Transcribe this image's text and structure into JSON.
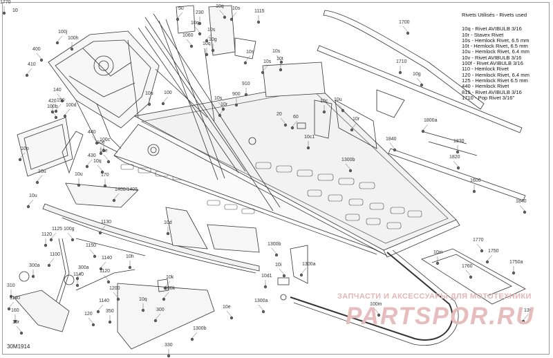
{
  "legend": {
    "title": "Rivets Utilisés - Rivets used",
    "items": [
      "10q - Rivet AVIBULB 3/16",
      "10r - Stavex Rivet",
      "10s - Hemlock Rivet, 6.5 mm",
      "10t - Hemlock Rivet, 6.5 mm",
      "10u - Hemlock Rivet, 6.4 mm",
      "10v - Rivet AVIBULB 3/16",
      "100f - Rivet AVIBULB 3/16",
      "110 - Hemlock Rivet",
      "120 - Hemlock Rivet, 6.4 mm",
      "125 - Hemlock Rivet 6.5 mm",
      "440 - Hemlock Rivet",
      "815 - Rivet AVIBULB 3/16",
      "1710 - Pop Rivet 3/16\""
    ]
  },
  "page_number": "10",
  "diagram_code": "30M1914",
  "watermark": {
    "text": "ЗАПЧАСТИ И АКСЕССУАРЫ ДЛЯ МОТОТЕХНИКИ",
    "logo": "PARTSPOR.RU"
  },
  "callouts": [
    "50",
    "230",
    "10q",
    "10s",
    "1115",
    "10q",
    "10s",
    "10g",
    "1700",
    "100j",
    "100h",
    "400",
    "410",
    "10q",
    "1060",
    "10s",
    "1710",
    "10s",
    "10s",
    "10t",
    "10g",
    "100",
    "10u",
    "140",
    "150",
    "420",
    "100b",
    "100d",
    "910",
    "10s",
    "10r",
    "900",
    "20",
    "60",
    "10c",
    "10u",
    "10r",
    "10c1",
    "440",
    "10p",
    "10e",
    "10e",
    "430",
    "100c",
    "1840",
    "10u",
    "10u",
    "1300b",
    "1800a",
    "1830",
    "1820",
    "10u",
    "170",
    "10q",
    "1400/1405",
    "1600",
    "1840",
    "1125",
    "1120",
    "100g",
    "1130",
    "10d",
    "1300b",
    "1100",
    "10h",
    "1150",
    "1140",
    "300a",
    "1120",
    "300a",
    "1140",
    "10i",
    "1300a",
    "10m",
    "1770",
    "1750",
    "1750a",
    "1760",
    "10k",
    "310",
    "1200",
    "100k",
    "10d1",
    "1300a",
    "1140",
    "350",
    "120",
    "300",
    "10q",
    "10e",
    "1140",
    "330",
    "100m",
    "1300b",
    "160",
    "10r",
    "130",
    "1770"
  ]
}
